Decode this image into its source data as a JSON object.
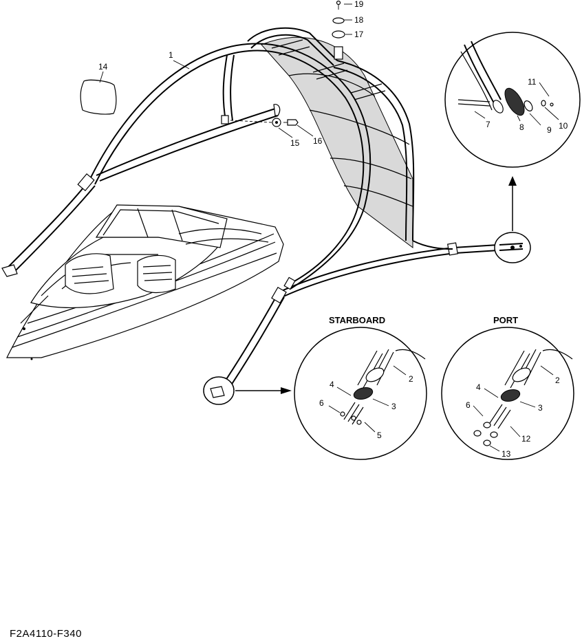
{
  "figure_id": "F2A4110-F340",
  "headings": {
    "starboard": "STARBOARD",
    "port": "PORT"
  },
  "callouts": {
    "c1": "1",
    "c2s": "2",
    "c2p": "2",
    "c3s": "3",
    "c3p": "3",
    "c4s": "4",
    "c4p": "4",
    "c5": "5",
    "c6s": "6",
    "c6p": "6",
    "c7": "7",
    "c8": "8",
    "c9": "9",
    "c10": "10",
    "c11": "11",
    "c12": "12",
    "c13": "13",
    "c14": "14",
    "c15": "15",
    "c16": "16",
    "c17": "17",
    "c18": "18",
    "c19": "19"
  }
}
